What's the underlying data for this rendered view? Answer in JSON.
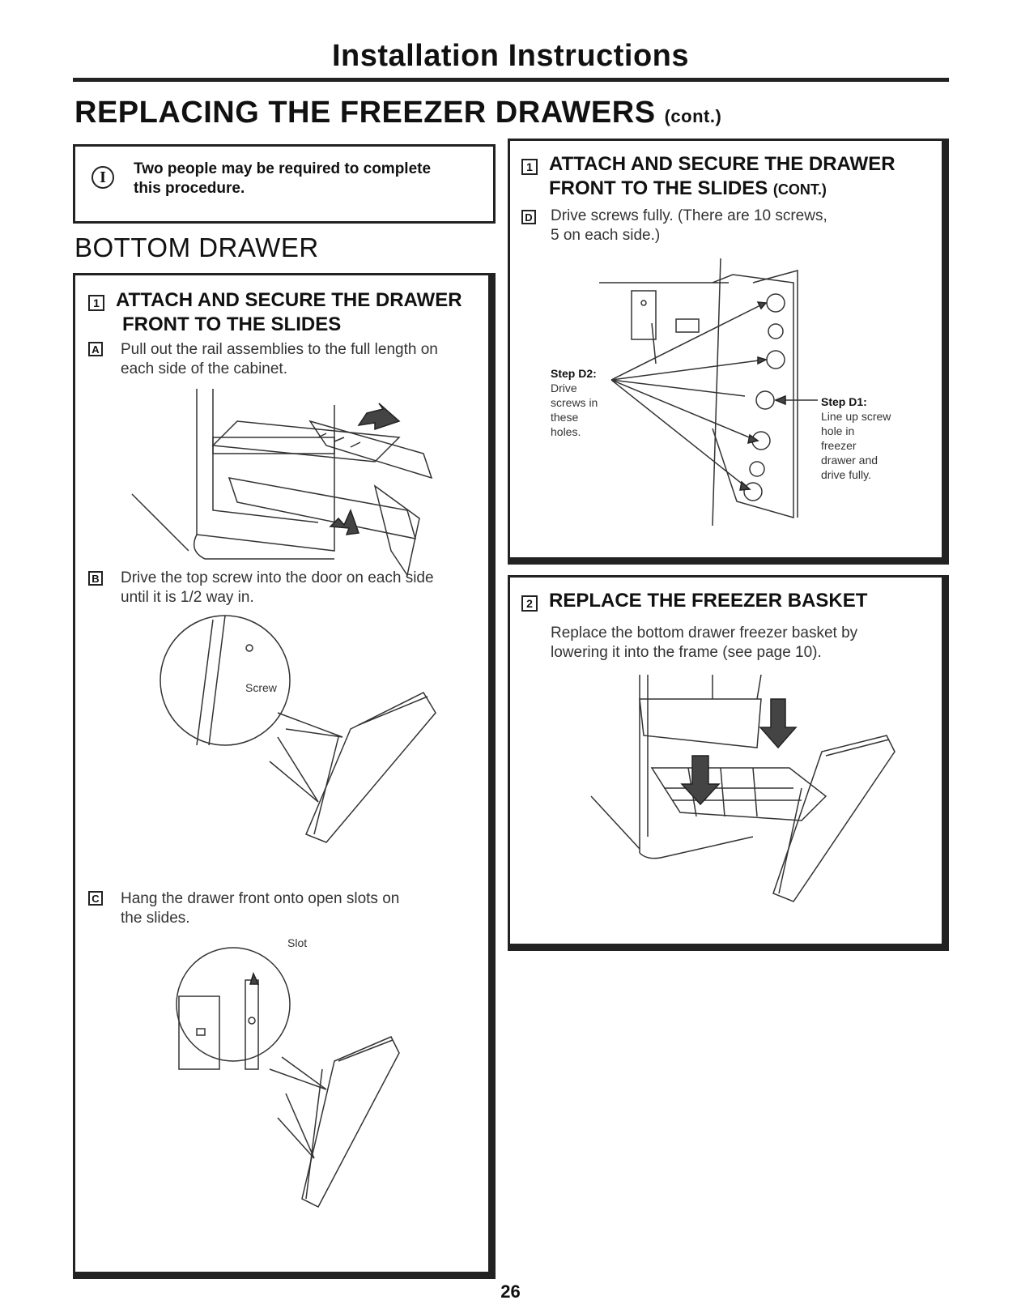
{
  "header": {
    "title": "Installation Instructions"
  },
  "section": {
    "title": "REPLACING THE FREEZER DRAWERS",
    "cont": "(cont.)"
  },
  "note": {
    "icon_glyph": "I",
    "icon": "info-icon",
    "text_line1": "Two people may be required to complete",
    "text_line2": "this procedure."
  },
  "bottom_drawer": {
    "title": "BOTTOM DRAWER"
  },
  "step1": {
    "number": "1",
    "title_line1": "ATTACH AND SECURE THE DRAWER",
    "title_line2": "FRONT TO THE SLIDES",
    "a": {
      "letter": "A",
      "line1": "Pull out the rail assemblies to the full length on",
      "line2": "each side of the cabinet."
    },
    "b": {
      "letter": "B",
      "line1": "Drive the top screw into the door on each side",
      "line2": "until it is 1/2 way in.",
      "callout": "Screw"
    },
    "c": {
      "letter": "C",
      "line1": "Hang the drawer front onto open slots on",
      "line2": "the slides.",
      "callout": "Slot"
    }
  },
  "step1_cont": {
    "number": "1",
    "title_line1": "ATTACH AND SECURE THE DRAWER",
    "title_line2": "FRONT TO THE SLIDES",
    "cont": "(CONT.)",
    "d": {
      "letter": "D",
      "line1": "Drive screws fully. (There are 10 screws,",
      "line2": "5 on each side.)"
    },
    "d2": {
      "label": "Step D2:",
      "lines": [
        "Drive",
        "screws in",
        "these",
        "holes."
      ]
    },
    "d1": {
      "label": "Step D1:",
      "lines": [
        "Line up screw",
        "hole in",
        "freezer",
        "drawer and",
        "drive fully."
      ]
    }
  },
  "step2": {
    "number": "2",
    "title": "REPLACE THE FREEZER BASKET",
    "line1": "Replace the bottom drawer freezer basket by",
    "line2": "lowering it into the frame (see page 10)."
  },
  "page_number": "26",
  "colors": {
    "ink": "#222222",
    "text": "#333333"
  }
}
